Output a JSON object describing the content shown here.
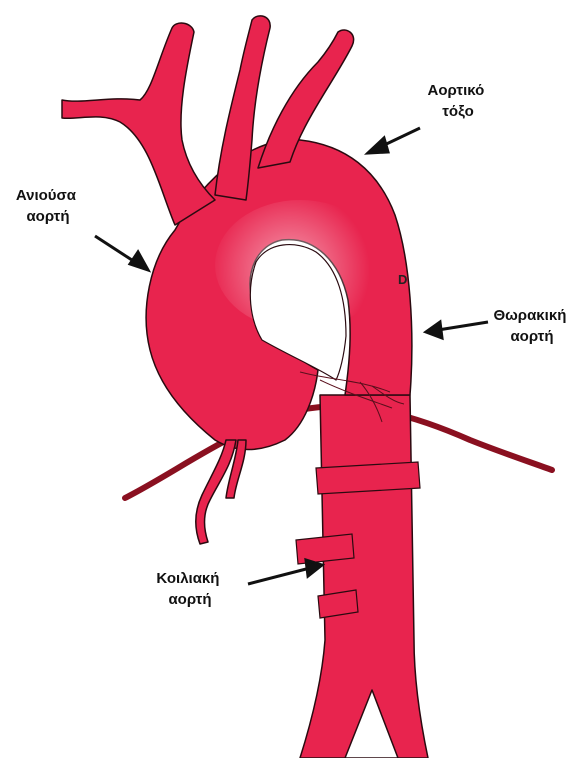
{
  "labels": {
    "aortic_arch": [
      "Αορτικό",
      "τόξο"
    ],
    "ascending_aorta": [
      "Ανιούσα",
      "αορτή"
    ],
    "thoracic_aorta": [
      "Θωρακική",
      "αορτή"
    ],
    "abdominal_aorta": [
      "Κοιλιακή",
      "αορτή"
    ],
    "marker": "D"
  },
  "colors": {
    "vessel": "#E8244E",
    "vessel_dark": "#C71539",
    "outline": "#2A0A10",
    "background_line": "#8A1020",
    "arrow": "#111111"
  }
}
